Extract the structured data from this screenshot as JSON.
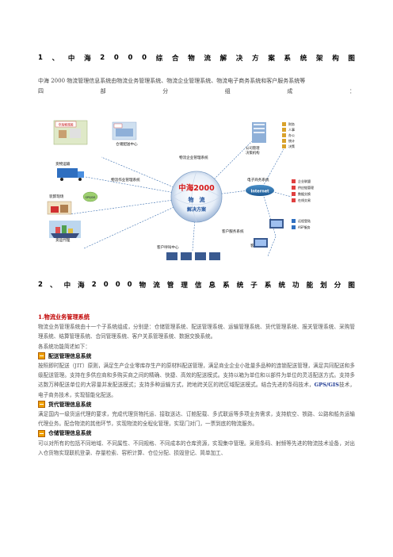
{
  "heading1": [
    "1",
    "、",
    "中",
    "海",
    "2",
    "0",
    "0",
    "0",
    "综",
    "合",
    "物",
    "流",
    "解",
    "决",
    "方",
    "案",
    "系",
    "统",
    "架",
    "构",
    "图"
  ],
  "intro": {
    "line1": "中海 2000 物流管理信息系统由物流业务管理系统、物流企业管理系统、物流电子商务系统和客户服务系统等",
    "line2": [
      "四",
      "部",
      "分",
      "组",
      "成",
      "："
    ]
  },
  "diagram": {
    "center_title": "中海2000",
    "center_sub1": "物　流",
    "center_sub2": "解决方案",
    "internet": "Internet",
    "nodes": {
      "logistics_center": "中海物流园",
      "distribution_center": "仓储配送中心",
      "cargo_transport": "货物运输",
      "loading_site": "装卸现场",
      "freight_agency": "货运代理",
      "ops_system": "物流作业管理系统",
      "enterprise_system": "物流企业管理系统",
      "ecommerce_system": "电子商务系统",
      "customer_service_system": "客户服务系统",
      "call_center": "客户呼叫中心",
      "decision_org": "公司管理\n决策机构",
      "customer_query": "客户查询",
      "gps_gis": "GPS/GIS"
    },
    "right_top_items": [
      "财务",
      "人事",
      "办公",
      "统计",
      "决策"
    ],
    "right_mid_items": [
      "企业联盟",
      "供应链管理",
      "数据交换",
      "在线交易"
    ],
    "right_low_items": [
      "远程登陆",
      "ASP服务"
    ]
  },
  "heading2": [
    "2",
    "、",
    "中",
    "海",
    "2",
    "0",
    "0",
    "0",
    "物",
    "流",
    "管",
    "理",
    "信",
    "息",
    "系",
    "统",
    "子",
    "系",
    "统",
    "功",
    "能",
    "划",
    "分",
    "图"
  ],
  "section": {
    "title": "1.物流业务管理系统",
    "para1": "物流业务管理系统由十一个子系统组成，分别是：仓储管理系统、配送管理系统、运输管理系统、货代管理系统、报关管理系统、采购管理系统、结算管理系统、合同管理系统、客户关系管理系统、数据交换系统。",
    "para1b": "各系统功能简述如下：",
    "sub1": "配送管理信息系统",
    "sub1_text_a": "按照即时配送（JIT）原则，满足生产企业零库存生产的原材料配送管理，满足商业企业小批量多品种的连锁配送管理，满足共同配送和多级配送管理。支持在多供应商和多购买商之间的精确、快捷、高效的配送模式。支持以箱为单位和以部件为单位的灵活配送方式。支持多达数万种配送单位的大容量并发配送模式；支持多种运输方式，跨地跨关区的跨区域配送模式。结合先进的条码技术，",
    "sub1_text_b": "GPS/GIS",
    "sub1_text_c": "技术，电子商务技术，实现智能化配送。",
    "sub2": "货代管理信息系统",
    "sub2_text": "满足国内一级货运代理的要求，完成代理货物托运、接取送达、订舱配载、多式联运等多项业务需求，支持航空、铁路、公路和船务运输代理业务。配合物流的其他环节，实现物流的全程化管理，实现门对门，一票到底的物流服务。",
    "sub3": "仓储管理信息系统",
    "sub3_text": "可以对所有的包括不同地域、不同属性、不同规格、不同成本的仓库资源，实现集中管理。采用条码、射频等先进的物流技术设备，对出入仓货物实现联机登录、存量检索、容积计算、仓位分配、损毁登记、简单加工、"
  }
}
